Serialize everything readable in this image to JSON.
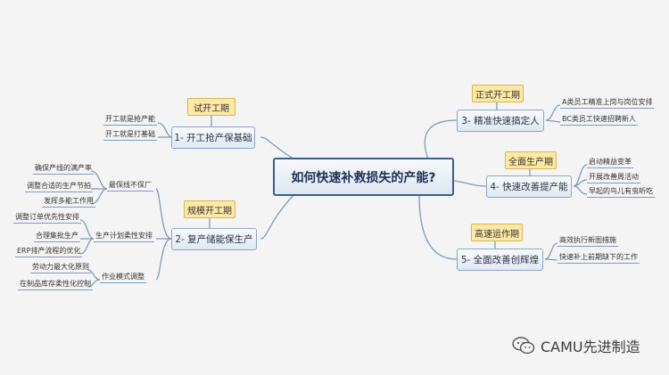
{
  "central": {
    "title": "如何快速补救损失的产能?"
  },
  "branches": [
    {
      "id": "b1",
      "label": "1- 开工抢产保基础",
      "phase": "试开工期",
      "subs": [
        "开工就是抢产能",
        "开工就是打基础"
      ]
    },
    {
      "id": "b2",
      "label": "2- 复产储能保生产",
      "phase": "规模开工期",
      "groups": [
        {
          "label": "最保线不保厂",
          "subs": [
            "确保产线的满产率",
            "调整合适的生产节拍",
            "发挥多能工作用"
          ]
        },
        {
          "label": "生产计划柔性安排",
          "subs": [
            "调整订单优先性安排",
            "合理集批生产",
            "ERP排产流程的优化"
          ]
        },
        {
          "label": "作业模式调整",
          "subs": [
            "劳动力最大化原则",
            "在制品库存柔性化控制"
          ]
        }
      ]
    },
    {
      "id": "b3",
      "label": "3- 精准快速搞定人",
      "phase": "正式开工期",
      "subs": [
        "A类员工精准上岗与岗位安排",
        "BC类员工快速招聘新人"
      ]
    },
    {
      "id": "b4",
      "label": "4- 快速改善提产能",
      "phase": "全面生产期",
      "subs": [
        "启动精益变革",
        "开展改善周活动",
        "早起的鸟儿有虫听吃"
      ]
    },
    {
      "id": "b5",
      "label": "5- 全面改善创辉煌",
      "phase": "高速运作期",
      "subs": [
        "高效执行新图措施",
        "快速补上前期缺下的工作"
      ]
    }
  ],
  "watermark": {
    "text": "CAMU先进制造",
    "icon": "wechat-icon"
  },
  "colors": {
    "line": "#7f9bbd",
    "phase_fill": "#fde8a4",
    "central_border": "#3a5f8c"
  }
}
